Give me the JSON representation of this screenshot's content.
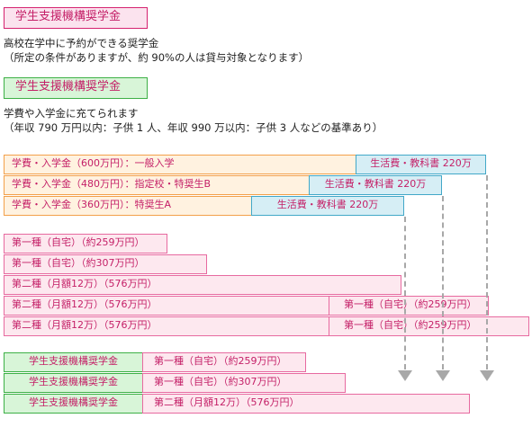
{
  "header1": "学生支援機構奨学金",
  "intro1": {
    "line1": "高校在学中に予約ができる奨学金",
    "line2": "（所定の条件がありますが、約 90%の人は貸与対象となります）"
  },
  "header2": "学生支援機構奨学金",
  "intro2": {
    "line1": "学費や入学金に充てられます",
    "line2": "（年収 790 万円以内：子供 1 人、年収 990 万以内：子供 3 人などの基準あり）"
  },
  "tuition_rows": [
    {
      "label": "学費・入学金（600万円）：一般入学",
      "living": "生活費・教科書 220万"
    },
    {
      "label": "学費・入学金（480万円）：指定校・特奨生B",
      "living": "生活費・教科書 220万"
    },
    {
      "label": "学費・入学金（360万円）：特奨生A",
      "living": "生活費・教科書 220万"
    }
  ],
  "loan_rows": [
    {
      "label": "第一種（自宅）（約259万円）"
    },
    {
      "label": "第一種（自宅）（約307万円）"
    },
    {
      "label": "第二種（月額12万）（576万円）"
    },
    {
      "label": "第二種（月額12万）（576万円）",
      "extra": "第一種（自宅）（約259万円）"
    },
    {
      "label": "第二種（月額12万）（576万円）",
      "extra": "第一種（自宅）（約259万円）"
    }
  ],
  "combo_rows": [
    {
      "source": "学生支援機構奨学金",
      "label": "第一種（自宅）（約259万円）"
    },
    {
      "source": "学生支援機構奨学金",
      "label": "第一種（自宅）（約307万円）"
    },
    {
      "source": "学生支援機構奨学金",
      "label": "第二種（月額12万）（576万円）"
    }
  ],
  "colors": {
    "text_accent": "#c41f67",
    "tuition_fill": "#fff2e0",
    "living_fill": "#d6eef5",
    "loan_fill": "#fde8ef",
    "jasso_fill": "#d8f5d8",
    "arrow": "#a8a8a8"
  }
}
